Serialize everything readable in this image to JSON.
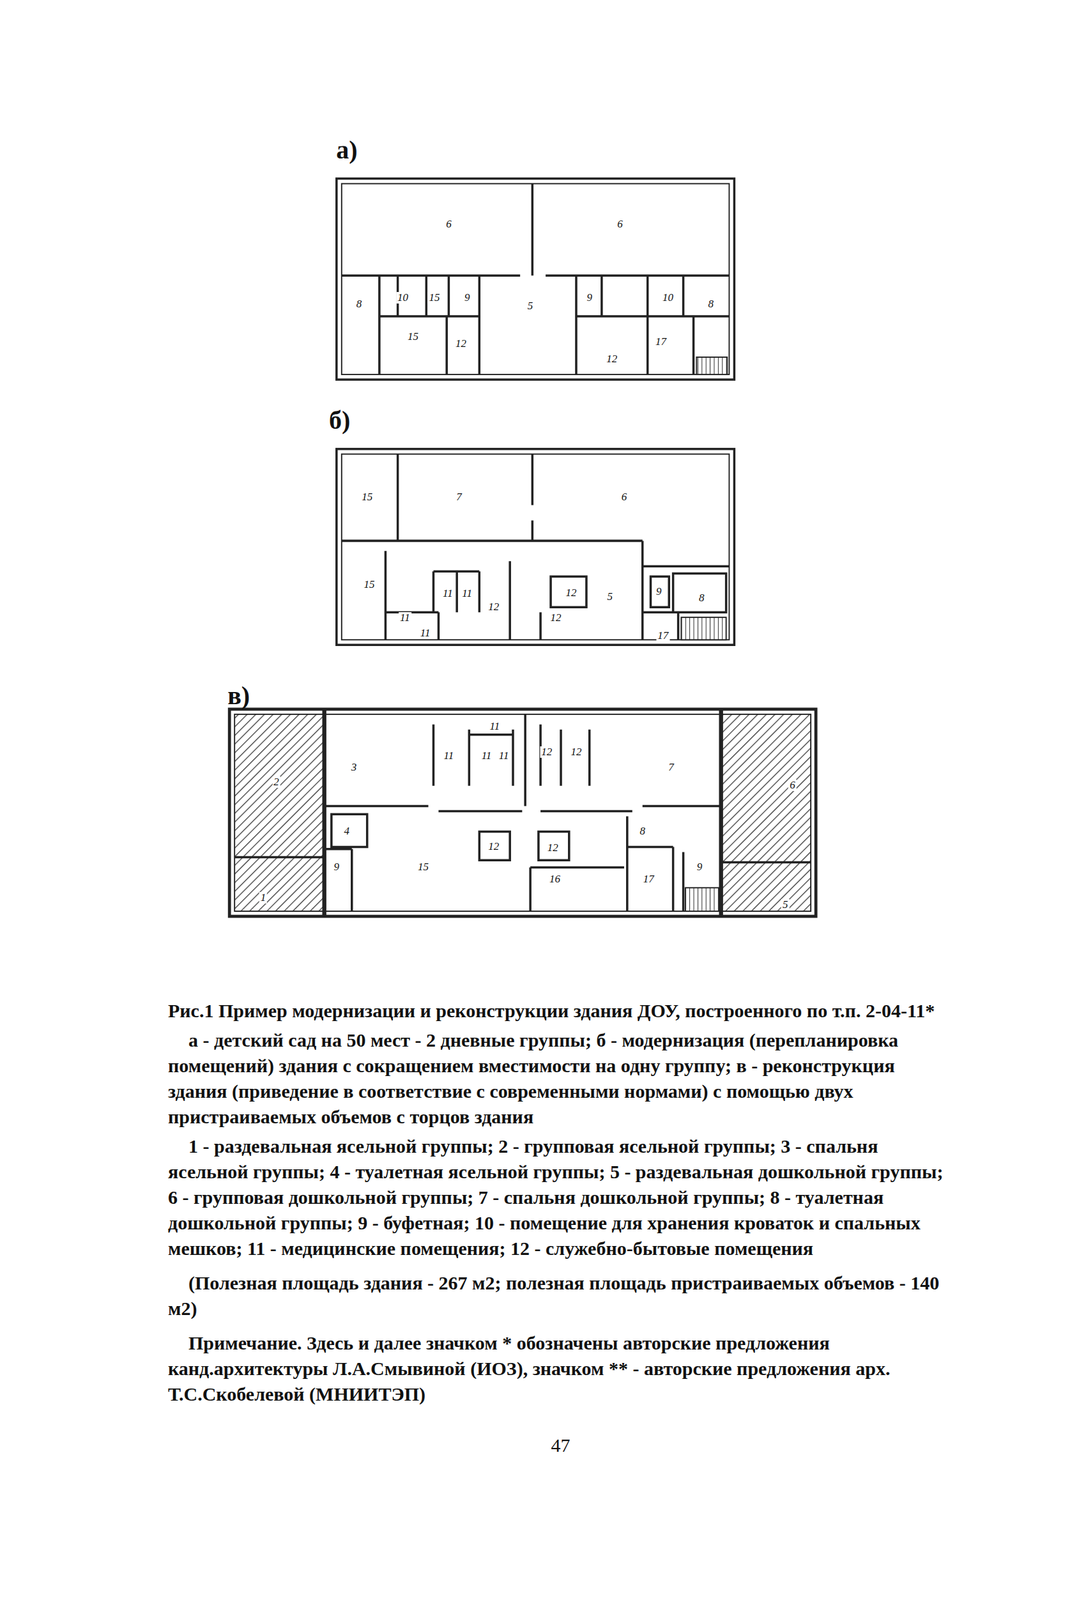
{
  "diagram": {
    "caption": "Рис.1 Пример модернизации и реконструкции здания ДОУ, построенного по т.п. 2-04-11*",
    "labels": [
      "а)",
      "6",
      "6",
      "10",
      "15",
      "9",
      "9",
      "10",
      "8",
      "5",
      "8",
      "15",
      "17",
      "12",
      "12",
      "б)",
      "15",
      "7",
      "6",
      "15",
      "9",
      "12",
      "11",
      "11",
      "5",
      "8",
      "12",
      "11",
      "12",
      "11",
      "17",
      "в)",
      "11",
      "12",
      "12",
      "11",
      "11",
      "11",
      "3",
      "7",
      "2",
      "6",
      "4",
      "8",
      "12",
      "12",
      "9",
      "15",
      "9",
      "16",
      "17",
      "1",
      "5",
      "а - детский сад на 50 мест - 2 дневные группы; б - модернизация (перепланировка помещений) здания с сокращением вместимости на одну группу; в - реконструкция здания (приведение в соответствие с современными нормами) с помощью двух пристраиваемых объемов с торцов здания",
      "1 - раздевальная ясельной группы; 2 - групповая ясельной группы; 3 - спальня ясельной группы; 4 - туалетная ясельной группы; 5 - раздевальная дошкольной группы; 6 - групповая дошкольной группы; 7 - спальня дошкольной группы; 8 - туалетная дошкольной группы; 9 - буфетная; 10 - помещение для хранения кроваток и спальных мешков; 11 - медицинские помещения; 12 - служебно-бытовые помещения",
      "(Полезная площадь здания - 267 м2; полезная площадь пристраиваемых объемов - 140 м2)",
      "Примечание. Здесь и далее значком * обозначены авторские предложения канд.архитектуры Л.А.Смывиной (ИОЗ), значком ** - авторские предложения арх. Т.С.Скобелевой (МНИИТЭП)",
      "47"
    ]
  }
}
